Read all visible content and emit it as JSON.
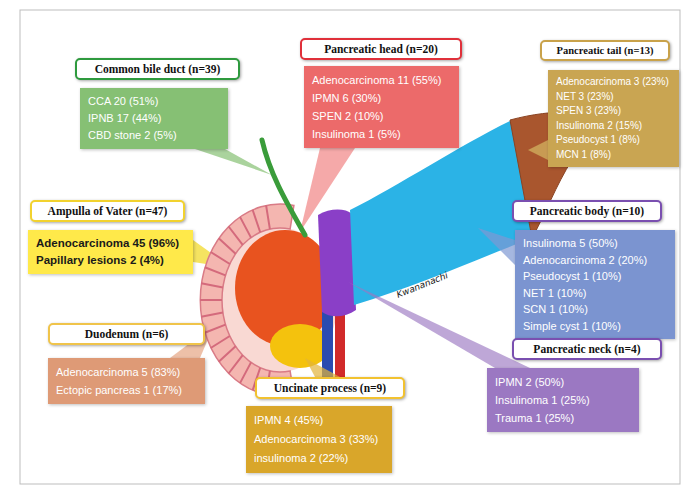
{
  "diagram": {
    "nodes": [
      {
        "text": [
          "Common bile duct (n=39)",
          "CCA 20 (51%)",
          "IPNB 17 (44%)",
          "CBD stone 2 (5%)"
        ]
      },
      {
        "text": [
          "Pancreatic head (n=20)",
          "Adenocarcinoma 11 (55%)",
          "IPMN 6 (30%)",
          "SPEN 2 (10%)",
          "Insulinoma 1 (5%)"
        ]
      },
      {
        "text": [
          "Pancreatic tail (n=13)",
          "Adenocarcinoma 3 (23%)",
          "NET 3 (23%)",
          "SPEN 3 (23%)",
          "Insulinoma 2 (15%)",
          "Pseudocyst 1 (8%)",
          "MCN 1 (8%)"
        ]
      },
      {
        "text": [
          "Ampulla of Vater (n=47)",
          "Adenocarcinoma 45 (96%)",
          "Papillary lesions 2 (4%)"
        ]
      },
      {
        "text": [
          "Pancreatic body (n=10)",
          "Insulinoma 5 (50%)",
          "Adenocarcinoma 2 (20%)",
          "Pseudocyst 1 (10%)",
          "NET 1 (10%)",
          "SCN 1 (10%)",
          "Simple cyst 1 (10%)"
        ]
      },
      {
        "text": [
          "Duodenum (n=6)",
          "Adenocarcinoma 5 (83%)",
          "Ectopic pancreas 1 (17%)"
        ]
      },
      {
        "text": [
          "Pancreatic neck (n=4)",
          "IPMN 2 (50%)",
          "Insulinoma 1 (25%)",
          "Trauma 1 (25%)"
        ]
      },
      {
        "text": [
          "Uncinate process (n=9)",
          "IPMN 4 (45%)",
          "Adenocarcinoma 3 (33%)",
          "insulinoma 2 (22%)"
        ]
      }
    ],
    "labels": [
      "Kwananachi"
    ]
  }
}
